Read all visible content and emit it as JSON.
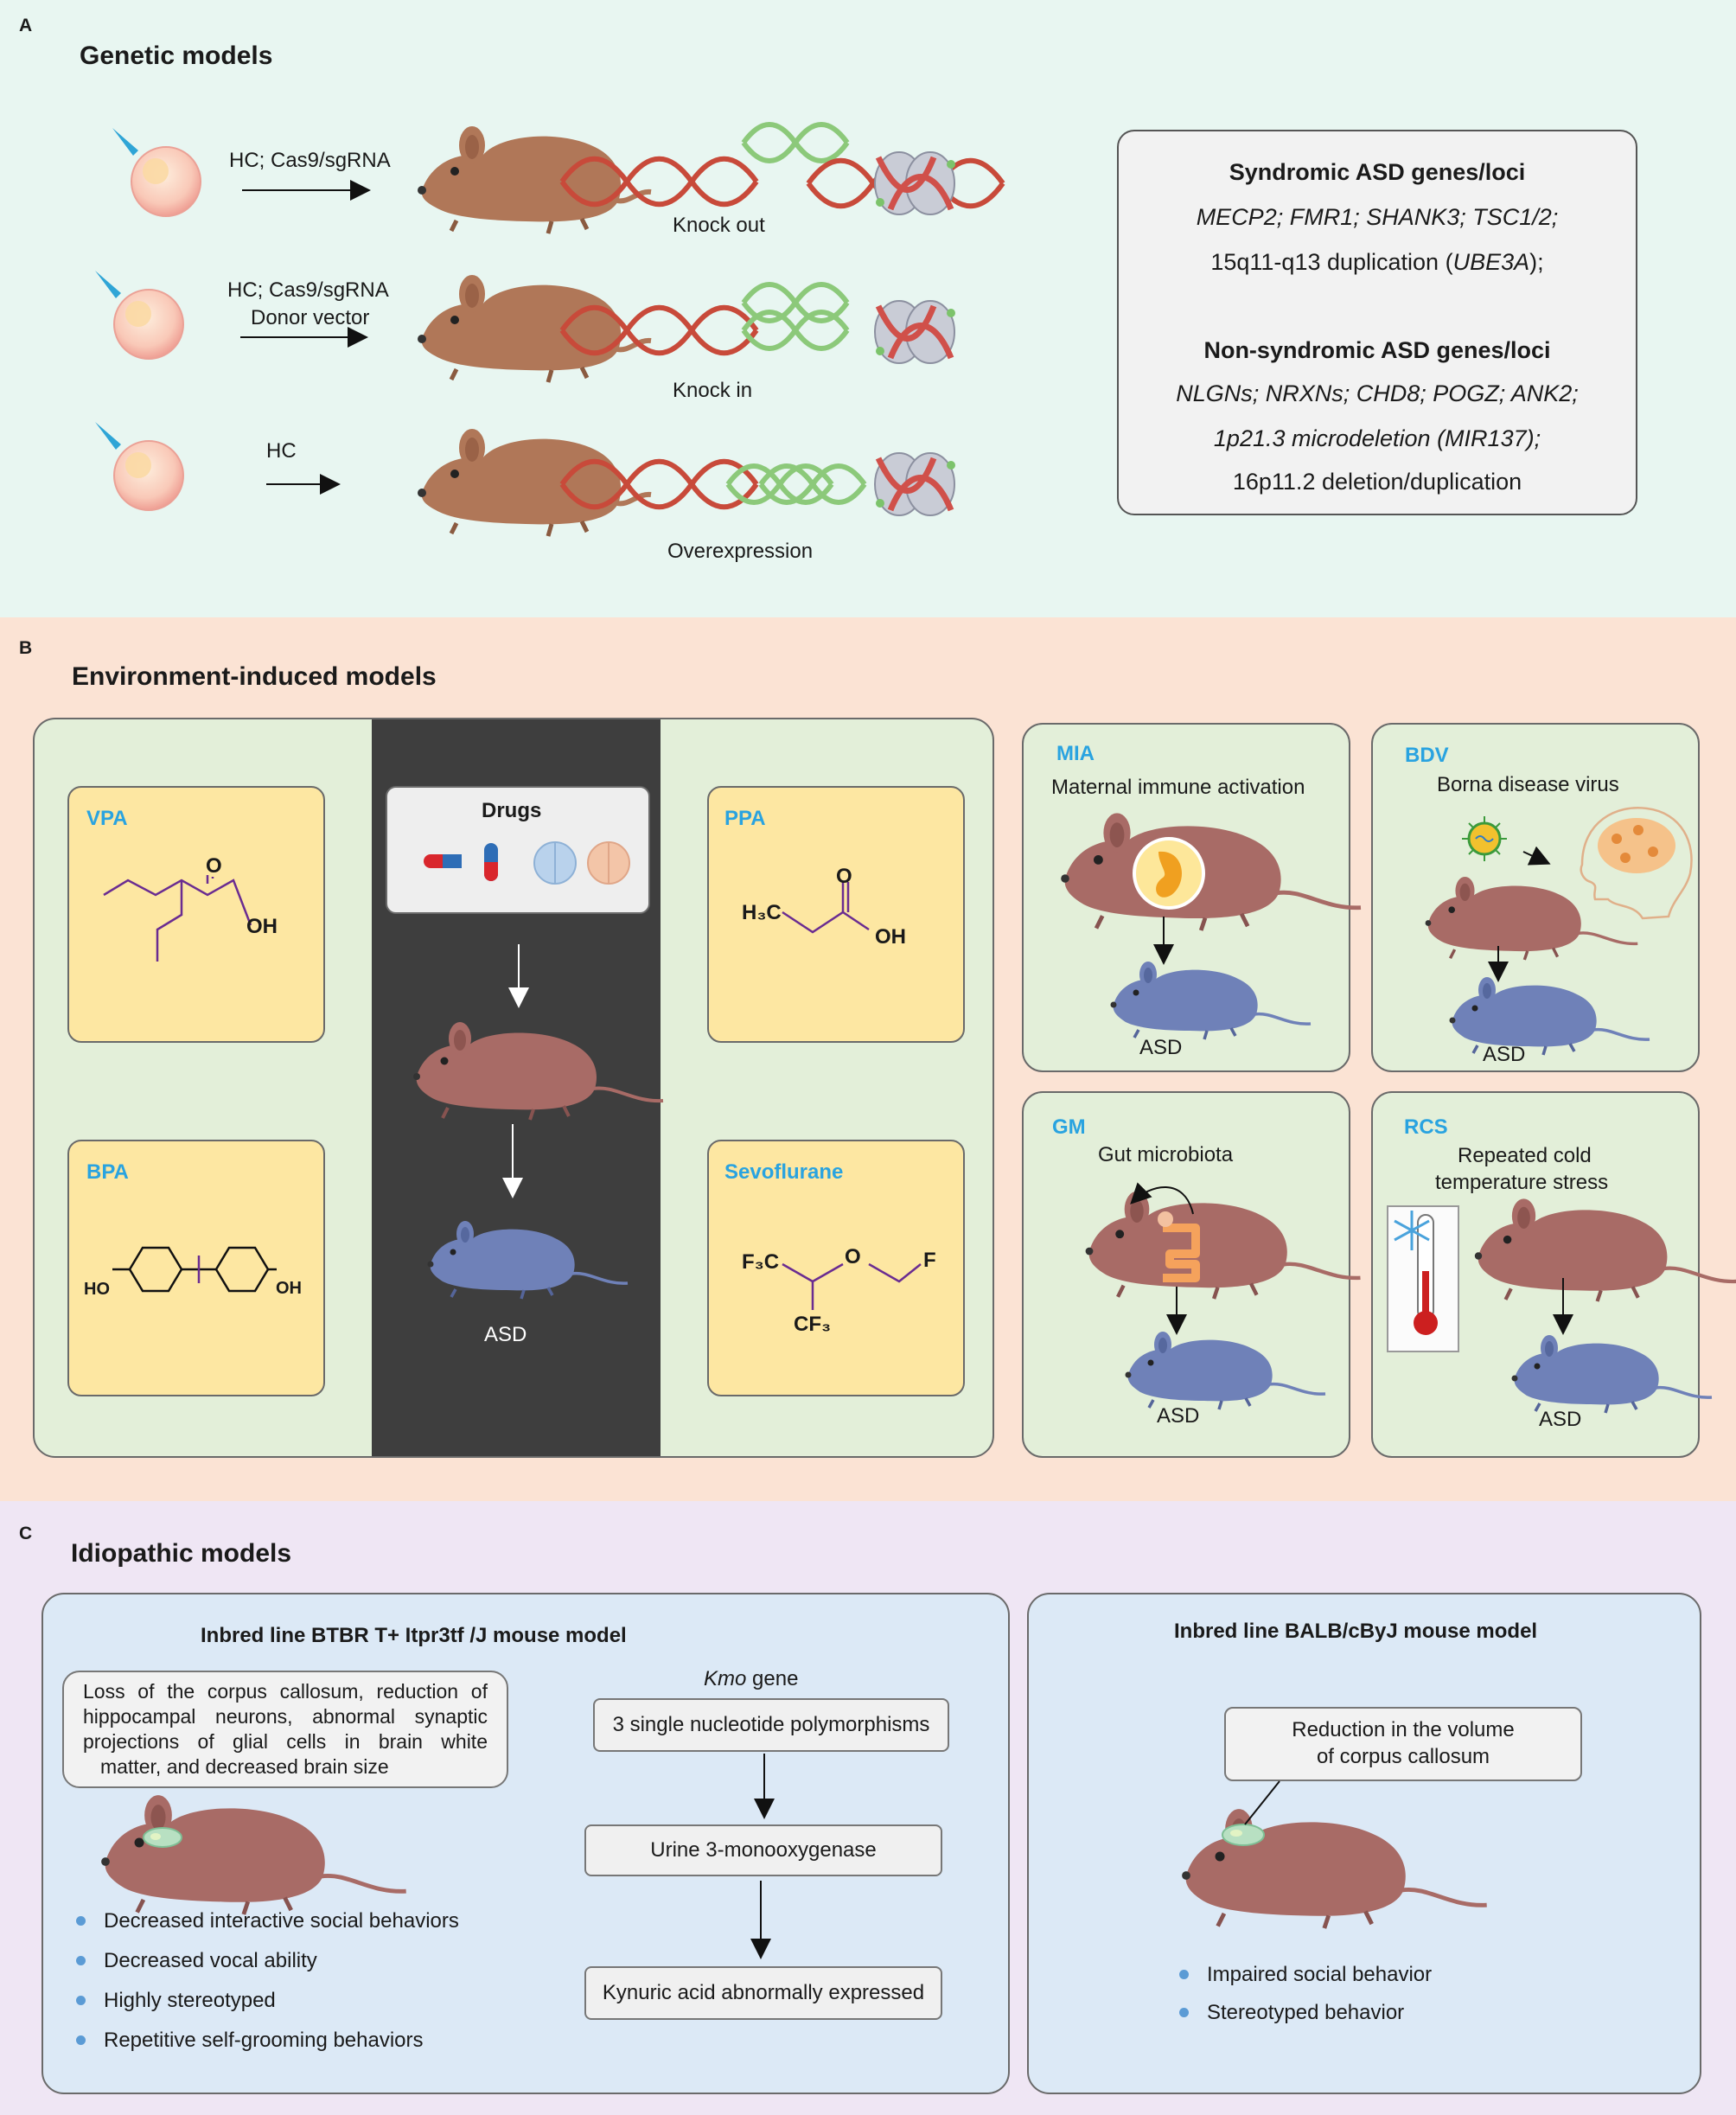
{
  "panel_a": {
    "letter": "A",
    "title": "Genetic models",
    "rows": [
      {
        "arrow_label_1": "HC; Cas9/sgRNA",
        "arrow_label_2": "",
        "caption": "Knock out"
      },
      {
        "arrow_label_1": "HC; Cas9/sgRNA",
        "arrow_label_2": "Donor vector",
        "caption": "Knock in"
      },
      {
        "arrow_label_1": "HC",
        "arrow_label_2": "",
        "caption": "Overexpression"
      }
    ],
    "genes_box": {
      "syndromic_title": "Syndromic ASD genes/loci",
      "syndromic_line1": "MECP2; FMR1; SHANK3; TSC1/2;",
      "syndromic_line2_pre": "15q11-q13 duplication (",
      "syndromic_line2_gene": "UBE3A",
      "syndromic_line2_post": ");",
      "nonsyndromic_title": "Non-syndromic ASD genes/loci",
      "nonsyndromic_line1": "NLGNs; NRXNs; CHD8; POGZ; ANK2;",
      "nonsyndromic_line2": "1p21.3 microdeletion (MIR137);",
      "nonsyndromic_line3": "16p11.2 deletion/duplication"
    }
  },
  "panel_b": {
    "letter": "B",
    "title": "Environment-induced models",
    "vpa": {
      "label": "VPA",
      "o": "O",
      "oh": "OH"
    },
    "bpa": {
      "label": "BPA",
      "ho": "HO",
      "oh": "OH"
    },
    "ppa": {
      "label": "PPA",
      "h3c": "H₃C",
      "o": "O",
      "oh": "OH"
    },
    "sevo": {
      "label": "Sevoflurane",
      "f3c": "F₃C",
      "o": "O",
      "f": "F",
      "cf3": "CF₃"
    },
    "drugs": {
      "title": "Drugs",
      "result": "ASD"
    },
    "mia": {
      "label": "MIA",
      "desc": "Maternal immune activation",
      "result": "ASD"
    },
    "bdv": {
      "label": "BDV",
      "desc": "Borna disease virus",
      "result": "ASD"
    },
    "gm": {
      "label": "GM",
      "desc": "Gut microbiota",
      "result": "ASD"
    },
    "rcs": {
      "label": "RCS",
      "desc_1": "Repeated cold",
      "desc_2": "temperature stress",
      "result": "ASD"
    }
  },
  "panel_c": {
    "letter": "C",
    "title": "Idiopathic models",
    "btbr": {
      "title": "Inbred line BTBR T+ Itpr3tf /J mouse model",
      "finding_lines": [
        "Loss of the corpus callosum, reduction of",
        "hippocampal neurons, abnormal synaptic",
        "projections of glial cells in brain white",
        "matter, and decreased brain size"
      ],
      "kmo_italic": "Kmo",
      "kmo_rest": " gene",
      "steps": [
        "3 single nucleotide polymorphisms",
        "Urine 3-monooxygenase",
        "Kynuric acid abnormally expressed"
      ],
      "bullets": [
        "Decreased interactive social behaviors",
        "Decreased vocal ability",
        "Highly stereotyped",
        "Repetitive self-grooming behaviors"
      ]
    },
    "balb": {
      "title": "Inbred line BALB/cByJ mouse model",
      "finding_lines": [
        "Reduction in the volume",
        "of corpus callosum"
      ],
      "bullets": [
        "Impaired social behavior",
        "Stereotyped behavior"
      ]
    }
  },
  "colors": {
    "panel_a_bg": "#e8f6f1",
    "panel_b_bg": "#fbe3d4",
    "panel_c_bg": "#efe6f4",
    "green_box": "#e3efd9",
    "yellow_box": "#fde7a2",
    "dark_strip": "#3e3e3e",
    "blue_box": "#dce9f6",
    "brown_mouse": "#b07758",
    "red_mouse": "#a86b66",
    "blue_mouse": "#6f81b8",
    "label_cyan": "#29a3e0"
  }
}
